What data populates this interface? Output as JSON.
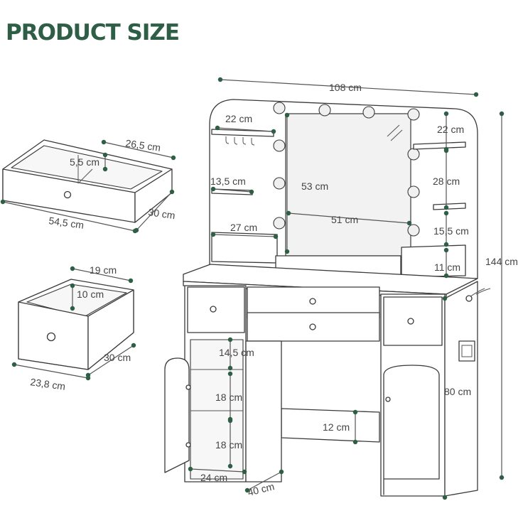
{
  "title": "PRODUCT SIZE",
  "accent_color": "#2e5e46",
  "dimensions": {
    "total_width": "108 cm",
    "total_height": "144 cm",
    "shelf_top_left": "22 cm",
    "shelf_top_right": "22 cm",
    "drawer_depth": "26,5 cm",
    "drawer_height": "5,5 cm",
    "drawer_width": "54,5 cm",
    "drawer_side": "30 cm",
    "shelf_left_mid": "13,5 cm",
    "mirror_height": "53 cm",
    "shelf_right_mid": "28 cm",
    "mirror_width": "51 cm",
    "shelf_left_low": "27 cm",
    "shelf_right_low": "15,5 cm",
    "small_drawer_width": "19 cm",
    "small_drawer_height": "10 cm",
    "small_drawer_depth": "30 cm",
    "small_drawer_front": "23,8 cm",
    "base_right_gap": "11 cm",
    "cabinet_top_gap": "14,5 cm",
    "cabinet_shelf_1": "18 cm",
    "cabinet_shelf_2": "18 cm",
    "cabinet_width": "24 cm",
    "desk_depth": "40 cm",
    "desk_height": "80 cm",
    "footrest_height": "12 cm"
  }
}
